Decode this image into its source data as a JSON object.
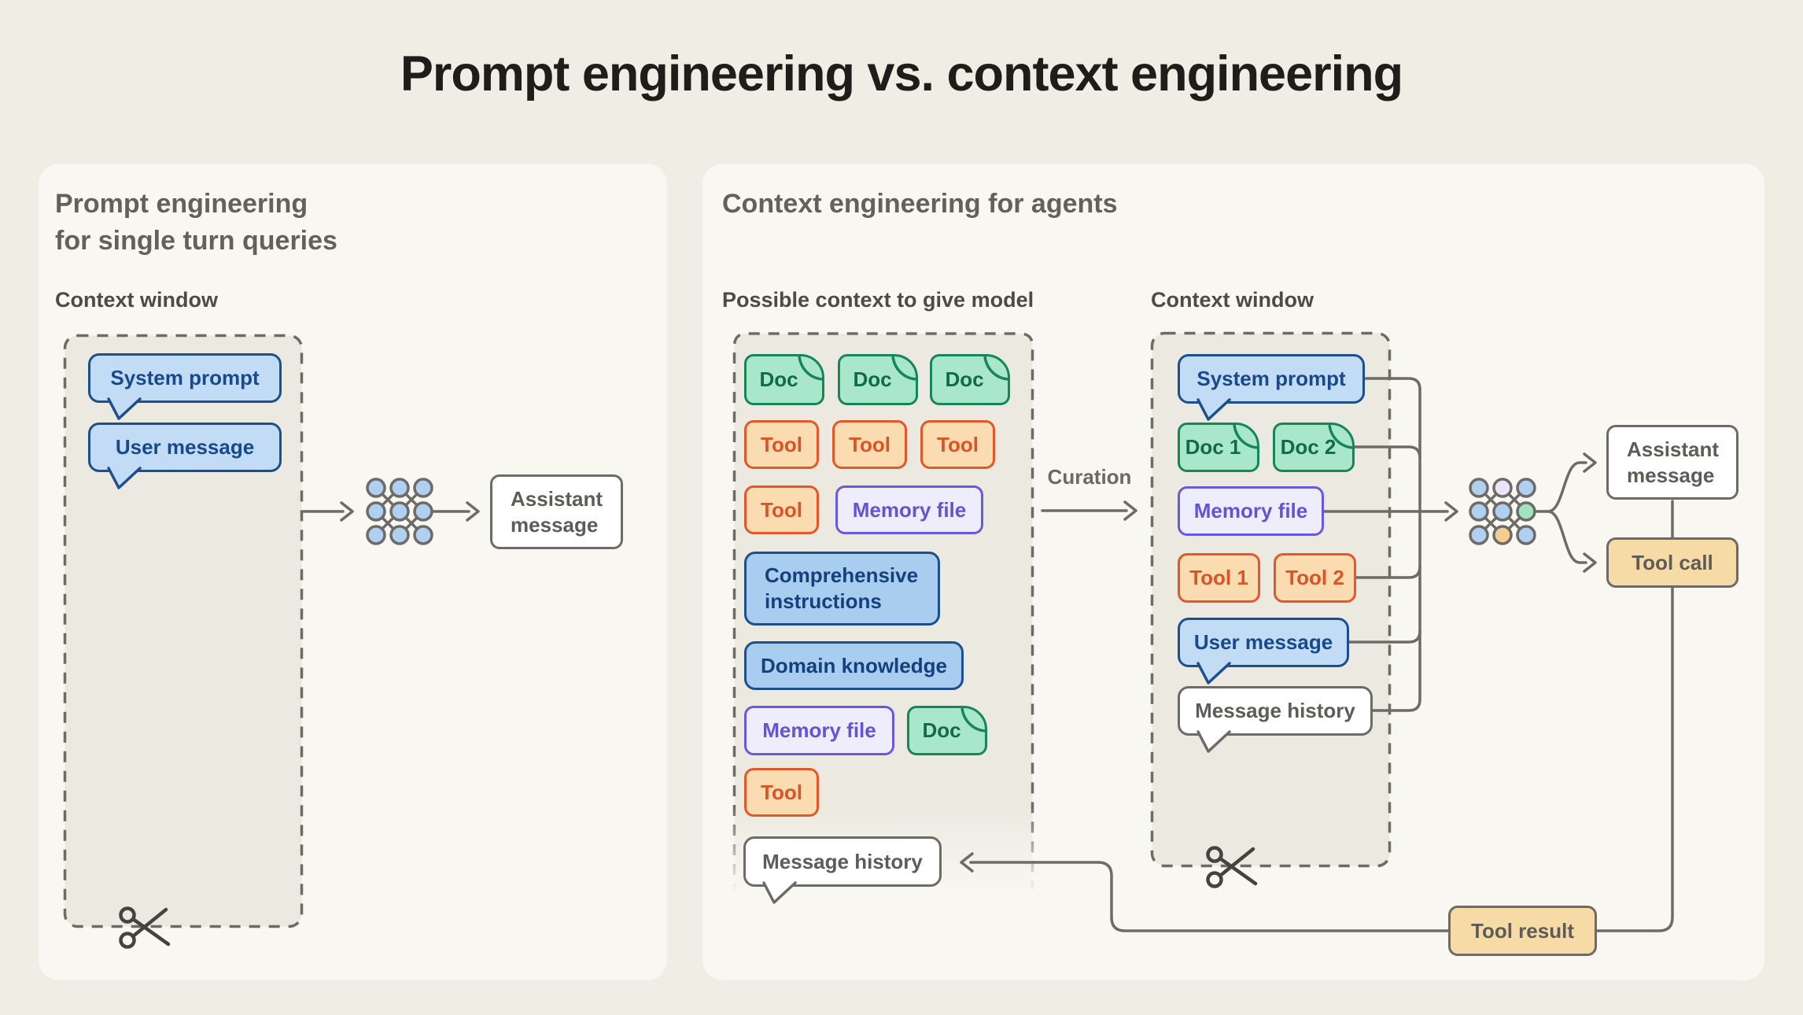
{
  "title": "Prompt engineering vs. context engineering",
  "left_panel": {
    "heading": [
      "Prompt engineering",
      "for single turn queries"
    ],
    "context_window_label": "Context window",
    "system_prompt": "System prompt",
    "user_message": "User message",
    "assistant_message": [
      "Assistant",
      "message"
    ]
  },
  "right_panel": {
    "heading": "Context engineering for agents",
    "curation_label": "Curation",
    "possible_context": {
      "label": "Possible context to give model",
      "docs": [
        "Doc",
        "Doc",
        "Doc"
      ],
      "tools": [
        "Tool",
        "Tool",
        "Tool"
      ],
      "tool_4": "Tool",
      "memory_file": "Memory file",
      "comprehensive_instructions": [
        "Comprehensive",
        "instructions"
      ],
      "domain_knowledge": "Domain knowledge",
      "memory_file_2": "Memory file",
      "doc_4": "Doc",
      "tool_5": "Tool",
      "message_history": "Message history"
    },
    "context_window": {
      "label": "Context window",
      "system_prompt": "System prompt",
      "doc_1": "Doc 1",
      "doc_2": "Doc 2",
      "memory_file": "Memory file",
      "tool_1": "Tool 1",
      "tool_2": "Tool 2",
      "user_message": "User message",
      "message_history": "Message history"
    },
    "outputs": {
      "assistant_message": [
        "Assistant",
        "message"
      ],
      "tool_call": "Tool call",
      "tool_result": "Tool result"
    }
  },
  "icons": {
    "neural_network": "grid-of-connected-nodes",
    "scissors": "scissors-cut-mark",
    "arrow": "right-chevron-arrow"
  },
  "palette": {
    "page_bg": "#EFEDE4",
    "panel_bg": "#F8F7F1",
    "dashed_zone_bg": "#ECE9E0",
    "wire_gray": "#6E6B66",
    "blue_fill": "#C3DCF5",
    "blue_border": "#1D4F8E",
    "blue_rect_fill": "#A9CDEE",
    "green_fill": "#A9E7CA",
    "green_border": "#17855B",
    "orange_fill": "#FBDBB0",
    "orange_border": "#E2582A",
    "purple_fill": "#EEEDFC",
    "purple_border": "#6A59DF",
    "tan_fill": "#F6DBA7",
    "node_blue": "#AFD0F1",
    "node_green": "#A2E4C0",
    "node_orange": "#F4CE90",
    "node_lavender": "#E8E5F8"
  }
}
